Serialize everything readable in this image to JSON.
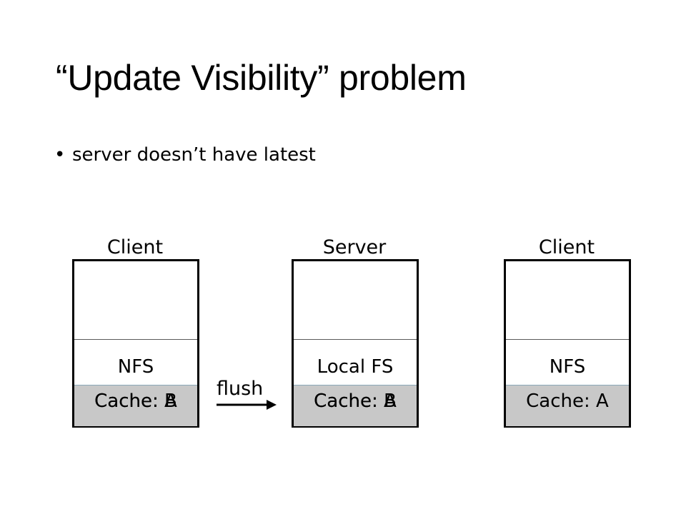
{
  "slide": {
    "title": "“Update Visibility” problem",
    "bullets": [
      "server doesn’t have latest"
    ]
  },
  "diagram": {
    "nodes": [
      {
        "role": "Client",
        "fs_label": "NFS",
        "cache_label": "Cache: A",
        "cache_label_overlay": "Cache: B"
      },
      {
        "role": "Server",
        "fs_label": "Local FS",
        "cache_label": "Cache: A",
        "cache_label_overlay": "Cache: B"
      },
      {
        "role": "Client",
        "fs_label": "NFS",
        "cache_label": "Cache: A"
      }
    ],
    "arrow_label": "flush"
  },
  "colors": {
    "cache_fill": "#c8c8c8",
    "border": "#000000",
    "background": "#ffffff"
  }
}
